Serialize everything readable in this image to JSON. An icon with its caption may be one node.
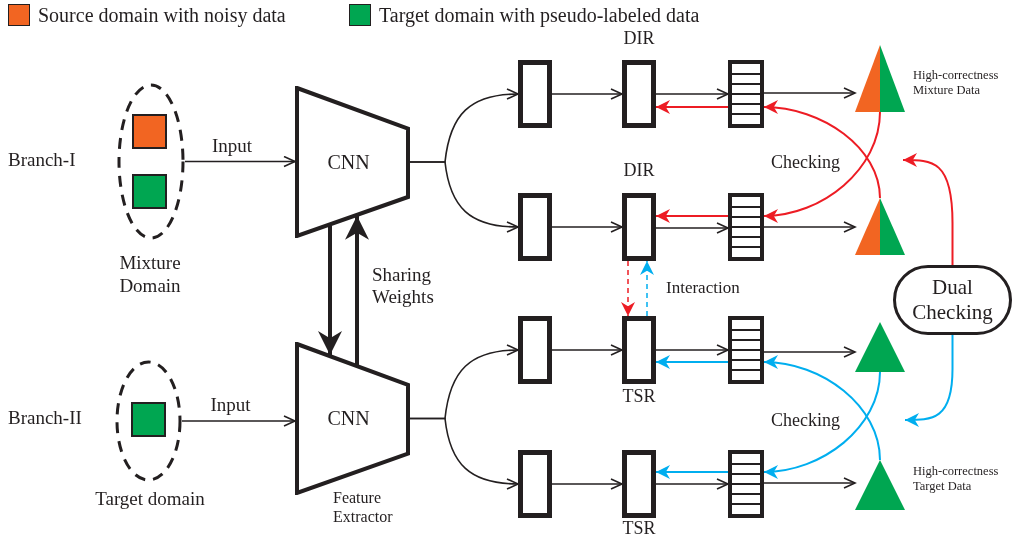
{
  "diagram": {
    "nodes": [
      {
        "text": [],
        "shape": "oval",
        "beside": [
          "Mixture Domain"
        ]
      },
      {
        "text": [],
        "shape": "box",
        "in": 0
      },
      {
        "text": [],
        "shape": "box",
        "in": 0
      },
      {
        "text": [
          "CNN"
        ]
      },
      {
        "text": [],
        "shape": "oval",
        "beside": [
          "Target domain"
        ]
      },
      {
        "text": [],
        "shape": "box",
        "in": 4
      },
      {
        "text": [
          "CNN"
        ],
        "beside": [
          "Feature Extractor"
        ]
      },
      {
        "text": [],
        "shape": "box"
      },
      {
        "text": [],
        "shape": "box",
        "beside": [
          "DIR"
        ]
      },
      {
        "text": [],
        "shape": "stack"
      },
      {
        "text": [],
        "shape": "triangle",
        "beside": [
          "High-correctness Mixture Data"
        ]
      },
      {
        "text": [],
        "shape": "box"
      },
      {
        "text": [],
        "shape": "box",
        "beside": [
          "DIR"
        ]
      },
      {
        "text": [],
        "shape": "stack"
      },
      {
        "text": [],
        "shape": "triangle"
      },
      {
        "text": [],
        "shape": "box"
      },
      {
        "text": [],
        "shape": "box",
        "beside": [
          "TSR"
        ]
      },
      {
        "text": [],
        "shape": "stack"
      },
      {
        "text": [],
        "shape": "triangle"
      },
      {
        "text": [],
        "shape": "box"
      },
      {
        "text": [],
        "shape": "box",
        "beside": [
          "TSR"
        ]
      },
      {
        "text": [],
        "shape": "stack"
      },
      {
        "text": [],
        "shape": "triangle",
        "beside": [
          "High-correctness Target Data"
        ]
      },
      {
        "text": [
          "Dual Checking"
        ]
      }
    ],
    "edges": [
      {
        "from": 0,
        "to": 3,
        "arrow": "to",
        "label": "Input"
      },
      {
        "from": 4,
        "to": 6,
        "arrow": "to",
        "label": "Input"
      },
      {
        "from": 3,
        "to": 6,
        "arrow": "to",
        "style": "thick"
      },
      {
        "from": 6,
        "to": 3,
        "arrow": "to",
        "style": "thick"
      },
      {
        "from": 3,
        "to": 7,
        "arrow": "to"
      },
      {
        "from": 3,
        "to": 11,
        "arrow": "to"
      },
      {
        "from": 6,
        "to": 15,
        "arrow": "to"
      },
      {
        "from": 6,
        "to": 19,
        "arrow": "to"
      },
      {
        "from": 7,
        "to": 8,
        "arrow": "to"
      },
      {
        "from": 8,
        "to": 9,
        "arrow": "to"
      },
      {
        "from": 9,
        "to": 10,
        "arrow": "to"
      },
      {
        "from": 9,
        "to": 8,
        "arrow": "to",
        "color": "#ed1c24"
      },
      {
        "from": 11,
        "to": 12,
        "arrow": "to"
      },
      {
        "from": 12,
        "to": 13,
        "arrow": "to"
      },
      {
        "from": 13,
        "to": 14,
        "arrow": "to"
      },
      {
        "from": 13,
        "to": 12,
        "arrow": "to",
        "color": "#ed1c24"
      },
      {
        "from": 15,
        "to": 16,
        "arrow": "to"
      },
      {
        "from": 16,
        "to": 17,
        "arrow": "to"
      },
      {
        "from": 17,
        "to": 18,
        "arrow": "to"
      },
      {
        "from": 17,
        "to": 16,
        "arrow": "to",
        "color": "#00aeef"
      },
      {
        "from": 19,
        "to": 20,
        "arrow": "to"
      },
      {
        "from": 20,
        "to": 21,
        "arrow": "to"
      },
      {
        "from": 21,
        "to": 22,
        "arrow": "to"
      },
      {
        "from": 21,
        "to": 20,
        "arrow": "to",
        "color": "#00aeef"
      },
      {
        "from": 10,
        "to": 13,
        "arrow": "to",
        "color": "#ed1c24"
      },
      {
        "from": 14,
        "to": 9,
        "arrow": "to",
        "color": "#ed1c24"
      },
      {
        "from": 18,
        "to": 21,
        "arrow": "to",
        "color": "#00aeef"
      },
      {
        "from": 22,
        "to": 17,
        "arrow": "to",
        "color": "#00aeef"
      },
      {
        "from": 12,
        "to": 16,
        "arrow": "to",
        "style": "dashed",
        "color": "#ed1c24"
      },
      {
        "from": 16,
        "to": 12,
        "arrow": "to",
        "style": "dashed",
        "color": "#00aeef"
      },
      {
        "from": 23,
        "to": null,
        "arrow": "to",
        "color": "#ed1c24"
      },
      {
        "from": 23,
        "to": null,
        "arrow": "to",
        "color": "#00aeef"
      }
    ],
    "labels": [
      "Branch-I",
      "Branch-II",
      "Sharing Weights",
      "Interaction",
      "Checking",
      "Checking"
    ],
    "legend": [
      {
        "text": "Source domain with noisy data",
        "color": "#f26522"
      },
      {
        "text": "Target domain with pseudo-labeled data",
        "color": "#00a651"
      }
    ]
  }
}
